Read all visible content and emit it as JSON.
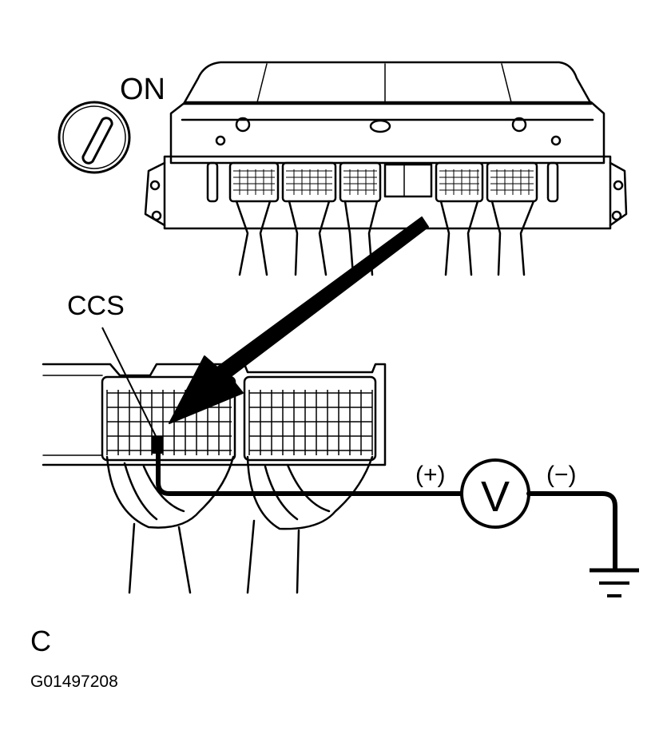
{
  "labels": {
    "ignition": "ON",
    "terminal": "CCS",
    "positive": "(+)",
    "negative": "(−)",
    "voltmeter": "V",
    "letter": "C",
    "figure_id": "G01497208"
  },
  "icons": {
    "ignition_switch": "ignition-key-switch-icon",
    "ground": "ground-symbol-icon",
    "voltmeter": "voltmeter-icon"
  },
  "colors": {
    "ink": "#000000",
    "background": "#ffffff"
  }
}
